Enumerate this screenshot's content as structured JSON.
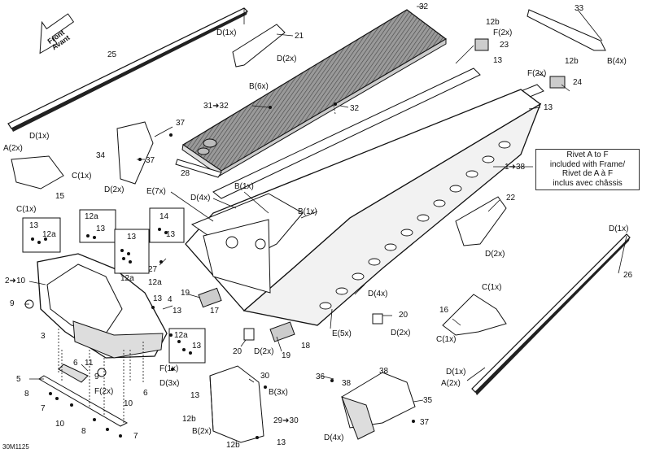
{
  "diagram": {
    "reference_code": "30M1125",
    "note": {
      "lines": [
        "Rivet A to F",
        "included with Frame/",
        "Rivet de A à F",
        "inclus avec châssis"
      ]
    },
    "front_arrow": [
      "Front",
      "Avant"
    ],
    "callouts": [
      {
        "id": "c25",
        "text": "25"
      },
      {
        "id": "c_d1x_top",
        "text": "D(1x)"
      },
      {
        "id": "c21",
        "text": "21"
      },
      {
        "id": "c_d2x_21",
        "text": "D(2x)"
      },
      {
        "id": "c32_top",
        "text": "32"
      },
      {
        "id": "c12b_top",
        "text": "12b"
      },
      {
        "id": "c_f2x_top",
        "text": "F(2x)"
      },
      {
        "id": "c23",
        "text": "23"
      },
      {
        "id": "c13_top",
        "text": "13"
      },
      {
        "id": "c33",
        "text": "33"
      },
      {
        "id": "c_b4x",
        "text": "B(4x)"
      },
      {
        "id": "c12b_24",
        "text": "12b"
      },
      {
        "id": "c_f2x_24",
        "text": "F(2x)"
      },
      {
        "id": "c24",
        "text": "24"
      },
      {
        "id": "c13_24",
        "text": "13"
      },
      {
        "id": "c_b6x",
        "text": "B(6x)"
      },
      {
        "id": "c31_32",
        "text": "31➜32"
      },
      {
        "id": "c32_mid",
        "text": "32"
      },
      {
        "id": "c37_top",
        "text": "37"
      },
      {
        "id": "c34",
        "text": "34"
      },
      {
        "id": "c37_mid",
        "text": "37"
      },
      {
        "id": "c28",
        "text": "28"
      },
      {
        "id": "c_d2x_34",
        "text": "D(2x)"
      },
      {
        "id": "c_d1x_left",
        "text": "D(1x)"
      },
      {
        "id": "c_a2x_left",
        "text": "A(2x)"
      },
      {
        "id": "c_c1x_left",
        "text": "C(1x)"
      },
      {
        "id": "c15",
        "text": "15"
      },
      {
        "id": "c_c1x_15",
        "text": "C(1x)"
      },
      {
        "id": "c1_38",
        "text": "1➜38"
      },
      {
        "id": "c_e7x",
        "text": "E(7x)"
      },
      {
        "id": "c_d4x_top",
        "text": "D(4x)"
      },
      {
        "id": "c_b1x_a",
        "text": "B(1x)"
      },
      {
        "id": "c_b1x_b",
        "text": "B(1x)"
      },
      {
        "id": "c22",
        "text": "22"
      },
      {
        "id": "c_d2x_22",
        "text": "D(2x)"
      },
      {
        "id": "c_d1x_right",
        "text": "D(1x)"
      },
      {
        "id": "c26",
        "text": "26"
      },
      {
        "id": "c13_b1",
        "text": "13"
      },
      {
        "id": "c12a_b1",
        "text": "12a"
      },
      {
        "id": "c12a_b2",
        "text": "12a"
      },
      {
        "id": "c13_b2",
        "text": "13"
      },
      {
        "id": "c14",
        "text": "14"
      },
      {
        "id": "c13_b3",
        "text": "13"
      },
      {
        "id": "c13_b4",
        "text": "13"
      },
      {
        "id": "c12a_b4",
        "text": "12a"
      },
      {
        "id": "c2_10",
        "text": "2➜10"
      },
      {
        "id": "c27",
        "text": "27"
      },
      {
        "id": "c12a_mid",
        "text": "12a"
      },
      {
        "id": "c4",
        "text": "4"
      },
      {
        "id": "c13_mid_a",
        "text": "13"
      },
      {
        "id": "c13_mid_b",
        "text": "13"
      },
      {
        "id": "c19_a",
        "text": "19"
      },
      {
        "id": "c17",
        "text": "17"
      },
      {
        "id": "c9_left",
        "text": "9"
      },
      {
        "id": "c3",
        "text": "3"
      },
      {
        "id": "c_d4x_mid",
        "text": "D(4x)"
      },
      {
        "id": "c20_right",
        "text": "20"
      },
      {
        "id": "c_d2x_20",
        "text": "D(2x)"
      },
      {
        "id": "c_c1x_16",
        "text": "C(1x)"
      },
      {
        "id": "c16",
        "text": "16"
      },
      {
        "id": "c_c1x_16b",
        "text": "C(1x)"
      },
      {
        "id": "c_e5x",
        "text": "E(5x)"
      },
      {
        "id": "c20_mid",
        "text": "20"
      },
      {
        "id": "c_d2x_mid",
        "text": "D(2x)"
      },
      {
        "id": "c19_b",
        "text": "19"
      },
      {
        "id": "c18",
        "text": "18"
      },
      {
        "id": "c12a_b5",
        "text": "12a"
      },
      {
        "id": "c13_b5",
        "text": "13"
      },
      {
        "id": "c_f1x",
        "text": "F(1x)"
      },
      {
        "id": "c_d3x",
        "text": "D(3x)"
      },
      {
        "id": "c6_left",
        "text": "6"
      },
      {
        "id": "c11",
        "text": "11"
      },
      {
        "id": "c9_mid",
        "text": "9"
      },
      {
        "id": "c5",
        "text": "5"
      },
      {
        "id": "c8_a",
        "text": "8"
      },
      {
        "id": "c_f2x_mid",
        "text": "F(2x)"
      },
      {
        "id": "c6_mid",
        "text": "6"
      },
      {
        "id": "c7_a",
        "text": "7"
      },
      {
        "id": "c10_a",
        "text": "10"
      },
      {
        "id": "c10_b",
        "text": "10"
      },
      {
        "id": "c8_b",
        "text": "8"
      },
      {
        "id": "c7_b",
        "text": "7"
      },
      {
        "id": "c30",
        "text": "30"
      },
      {
        "id": "c13_30",
        "text": "13"
      },
      {
        "id": "c_b3x",
        "text": "B(3x)"
      },
      {
        "id": "c12b_bot",
        "text": "12b"
      },
      {
        "id": "c_b2x",
        "text": "B(2x)"
      },
      {
        "id": "c29_30",
        "text": "29➜30"
      },
      {
        "id": "c12b_bot2",
        "text": "12b"
      },
      {
        "id": "c13_bot",
        "text": "13"
      },
      {
        "id": "c36",
        "text": "36"
      },
      {
        "id": "c38",
        "text": "38"
      },
      {
        "id": "c38b",
        "text": "38"
      },
      {
        "id": "c35",
        "text": "35"
      },
      {
        "id": "c_d4x_bot",
        "text": "D(4x)"
      },
      {
        "id": "c37_bot",
        "text": "37"
      },
      {
        "id": "c_d1x_r2",
        "text": "D(1x)"
      },
      {
        "id": "c_a2x_right",
        "text": "A(2x)"
      }
    ]
  }
}
